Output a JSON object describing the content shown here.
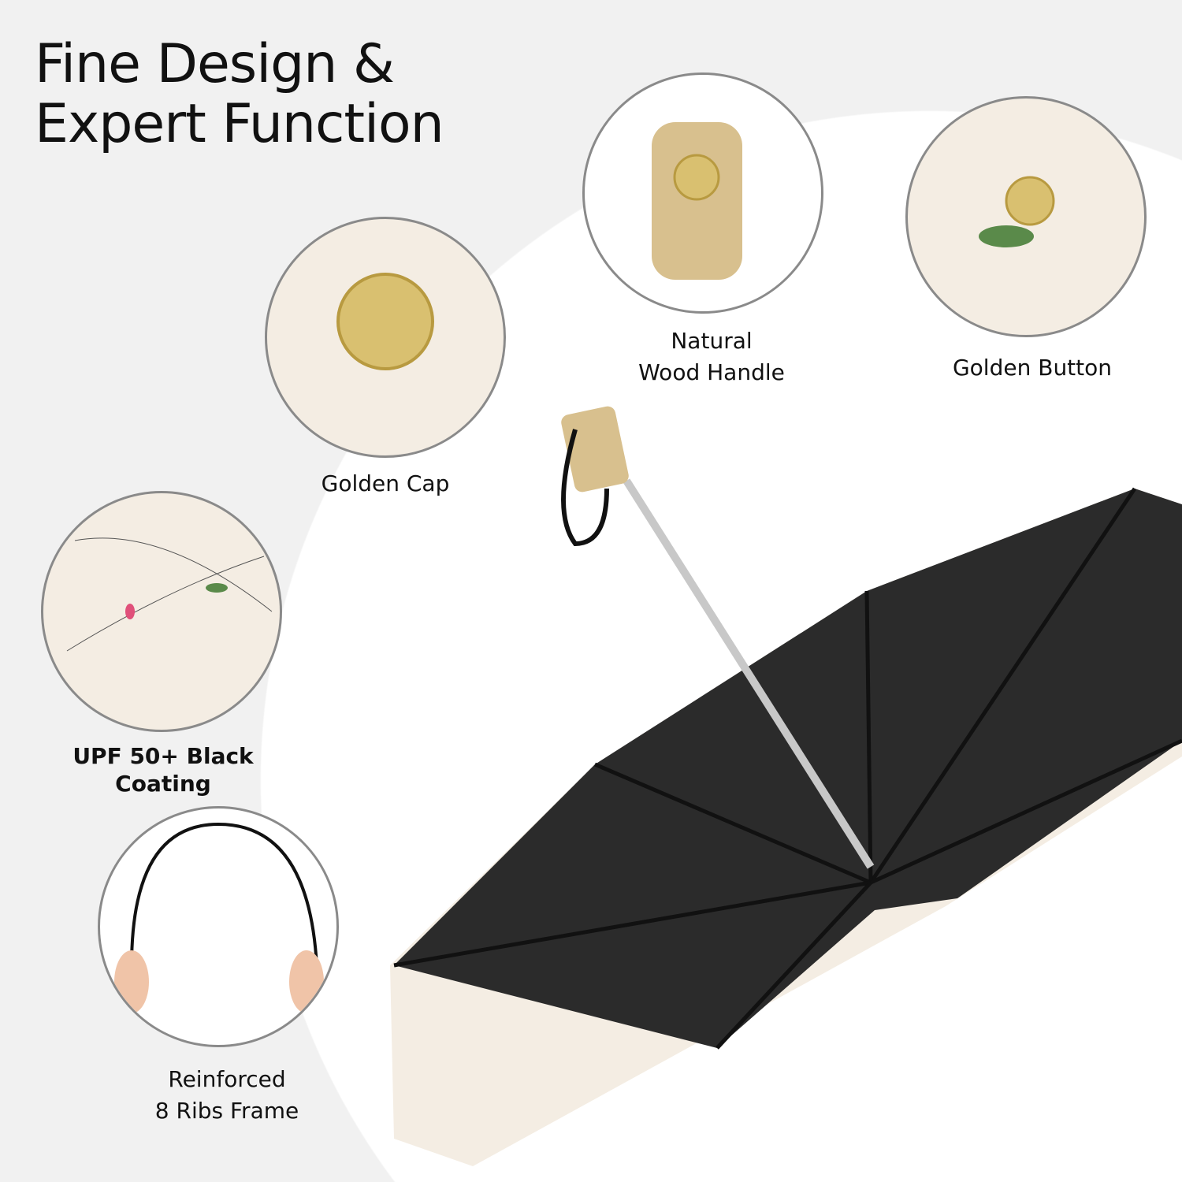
{
  "title": {
    "line1": "Fine Design &",
    "line2": "Expert Function"
  },
  "features": [
    {
      "id": "golden-cap",
      "label_lines": [
        "Golden Cap"
      ]
    },
    {
      "id": "wood-handle",
      "label_lines": [
        "Natural",
        "Wood Handle"
      ]
    },
    {
      "id": "golden-button",
      "label_lines": [
        "Golden Button"
      ]
    },
    {
      "id": "black-coating",
      "label_lines": [
        "UPF 50+ Black",
        "Coating"
      ]
    },
    {
      "id": "ribs-frame",
      "label_lines": [
        "Reinforced",
        "8 Ribs Frame"
      ]
    }
  ],
  "colors": {
    "background": "#f1f1f1",
    "canopy": "#2a2a2a",
    "fabric": "#f4ede3",
    "gold": "#d9c070",
    "wood": "#d8c08e"
  }
}
